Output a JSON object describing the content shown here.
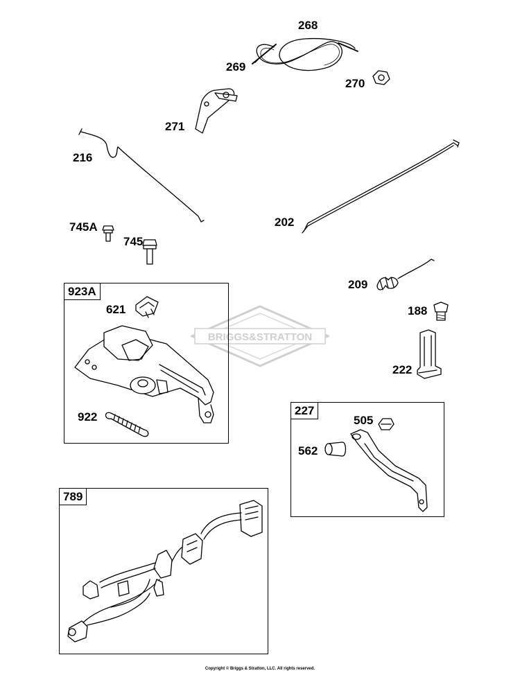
{
  "labels": {
    "p268": "268",
    "p269": "269",
    "p270": "270",
    "p271": "271",
    "p216": "216",
    "p202": "202",
    "p745A": "745A",
    "p745": "745",
    "p209": "209",
    "p188": "188",
    "p222": "222",
    "p621": "621",
    "p922": "922",
    "p505": "505",
    "p562": "562"
  },
  "groups": {
    "g923A": "923A",
    "g227": "227",
    "g789": "789"
  },
  "watermark": "BRIGGS&STRATTON",
  "copyright": "Copyright © Briggs & Stratton, LLC. All rights reserved."
}
